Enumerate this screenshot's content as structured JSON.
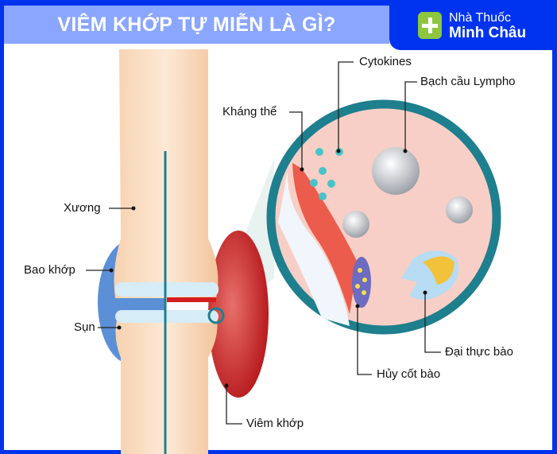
{
  "header": {
    "title": "VIÊM KHỚP TỰ MIỄN LÀ GÌ?"
  },
  "logo": {
    "line1": "Nhà Thuốc",
    "line2": "Minh Châu"
  },
  "labels": {
    "xuong": "Xương",
    "bao_khop": "Bao khớp",
    "sun": "Sụn",
    "viem_khop": "Viêm khớp",
    "khang_the": "Kháng thể",
    "cytokines": "Cytokines",
    "bach_cau": "Bạch cầu Lympho",
    "dai_thuc_bao": "Đại thực bào",
    "huy_cot_bao": "Hủy cốt bào"
  },
  "colors": {
    "frame": "#0033ee",
    "title_band": "#8aa6ff",
    "logo_green": "#8dc63f",
    "ring": "#1e7f8e"
  }
}
